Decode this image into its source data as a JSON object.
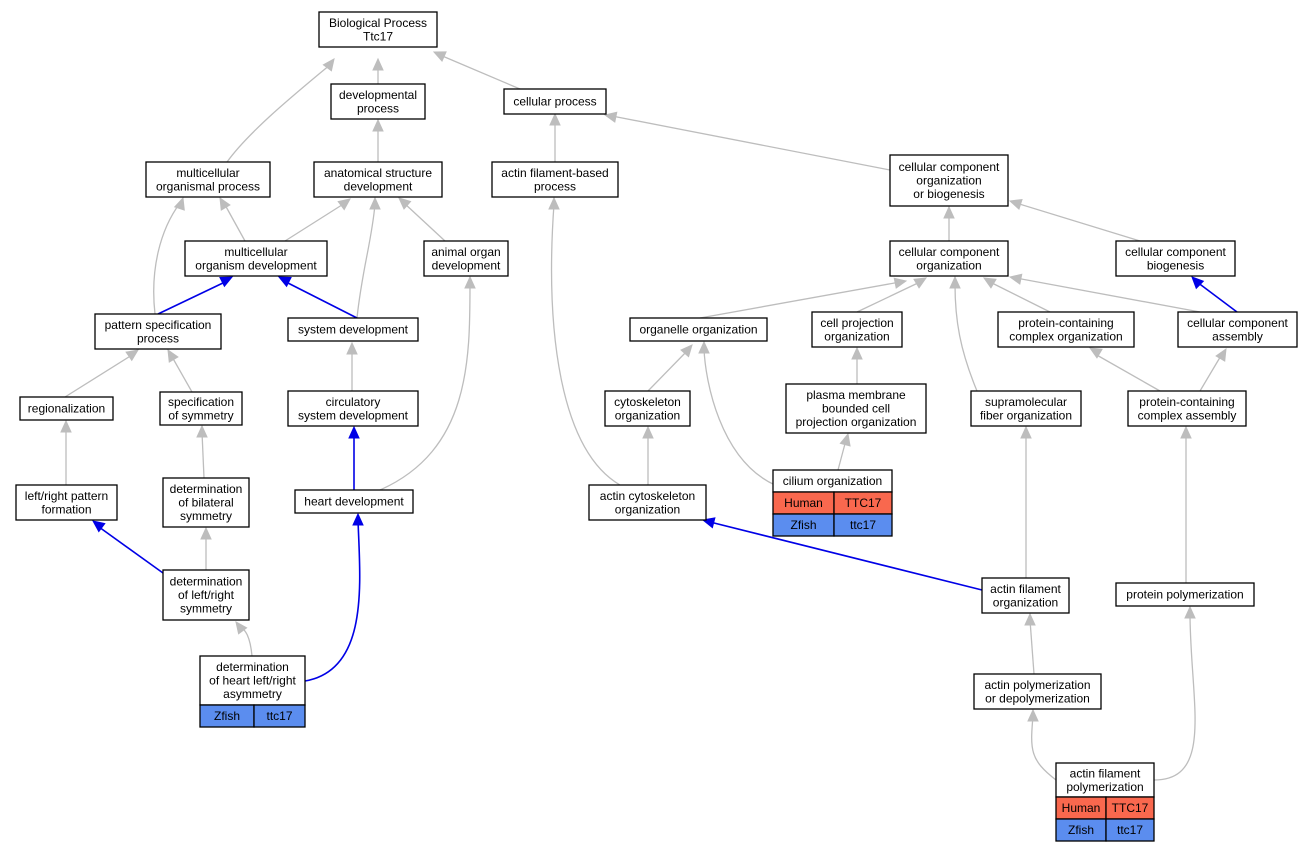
{
  "colors": {
    "human": "#f9684e",
    "zfish": "#5b8def",
    "edge_default": "#bdbdbd",
    "edge_highlight": "#0000e6"
  },
  "nodes": {
    "bp": [
      "Biological Process",
      "Ttc17"
    ],
    "devproc": [
      "developmental",
      "process"
    ],
    "cellproc": [
      "cellular process"
    ],
    "mcop": [
      "multicellular",
      "organismal process"
    ],
    "asd": [
      "anatomical structure",
      "development"
    ],
    "afbp": [
      "actin filament-based",
      "process"
    ],
    "ccob": [
      "cellular component",
      "organization",
      "or biogenesis"
    ],
    "mcod": [
      "multicellular",
      "organism development"
    ],
    "aod": [
      "animal organ",
      "development"
    ],
    "cco": [
      "cellular component",
      "organization"
    ],
    "ccb": [
      "cellular component",
      "biogenesis"
    ],
    "psp": [
      "pattern specification",
      "process"
    ],
    "sysdev": [
      "system development"
    ],
    "orgorg": [
      "organelle organization"
    ],
    "cpo": [
      "cell projection",
      "organization"
    ],
    "pcco": [
      "protein-containing",
      "complex organization"
    ],
    "cca": [
      "cellular component",
      "assembly"
    ],
    "reg": [
      "regionalization"
    ],
    "specsym": [
      "specification",
      "of symmetry"
    ],
    "circ": [
      "circulatory",
      "system development"
    ],
    "cytoorg": [
      "cytoskeleton",
      "organization"
    ],
    "pmbcpo": [
      "plasma membrane",
      "bounded cell",
      "projection organization"
    ],
    "sfo": [
      "supramolecular",
      "fiber organization"
    ],
    "pcca": [
      "protein-containing",
      "complex assembly"
    ],
    "lrpf": [
      "left/right pattern",
      "formation"
    ],
    "dbs": [
      "determination",
      "of bilateral",
      "symmetry"
    ],
    "heartdev": [
      "heart development"
    ],
    "acto": [
      "actin cytoskeleton",
      "organization"
    ],
    "cilium": [
      "cilium organization"
    ],
    "dlrs": [
      "determination",
      "of left/right",
      "symmetry"
    ],
    "afo": [
      "actin filament",
      "organization"
    ],
    "protpoly": [
      "protein polymerization"
    ],
    "dhlra": [
      "determination",
      "of heart left/right",
      "asymmetry"
    ],
    "apd": [
      "actin polymerization",
      "or depolymerization"
    ],
    "afp": [
      "actin filament",
      "polymerization"
    ]
  },
  "gene_tables": {
    "cilium": [
      [
        "Human",
        "TTC17"
      ],
      [
        "Zfish",
        "ttc17"
      ]
    ],
    "dhlra": [
      [
        "Zfish",
        "ttc17"
      ]
    ],
    "afp": [
      [
        "Human",
        "TTC17"
      ],
      [
        "Zfish",
        "ttc17"
      ]
    ]
  }
}
